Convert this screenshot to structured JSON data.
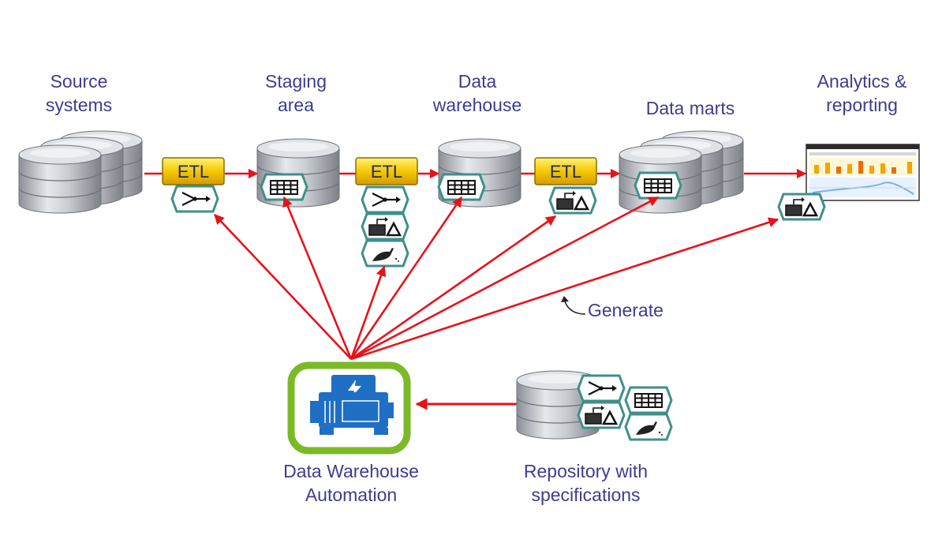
{
  "labels": {
    "source_line1": "Source",
    "source_line2": "systems",
    "staging_line1": "Staging",
    "staging_line2": "area",
    "dw_line1": "Data",
    "dw_line2": "warehouse",
    "marts": "Data marts",
    "analytics_line1": "Analytics &",
    "analytics_line2": "reporting",
    "generate": "Generate",
    "dwa_line1": "Data Warehouse",
    "dwa_line2": "Automation",
    "repo_line1": "Repository with",
    "repo_line2": "specifications"
  },
  "etl_label": "ETL",
  "colors": {
    "text": "#3d3d8f",
    "arrow": "#e8121a",
    "etl_fill": "#f5c800",
    "badge_border": "#3f8f8a",
    "dwa_border": "#7cb927",
    "dwa_icon": "#1f6fc4"
  },
  "icons": [
    "database-icon",
    "merge-icon",
    "table-grid-icon",
    "transform-icon",
    "cleanse-icon",
    "report-icon",
    "generator-icon"
  ]
}
